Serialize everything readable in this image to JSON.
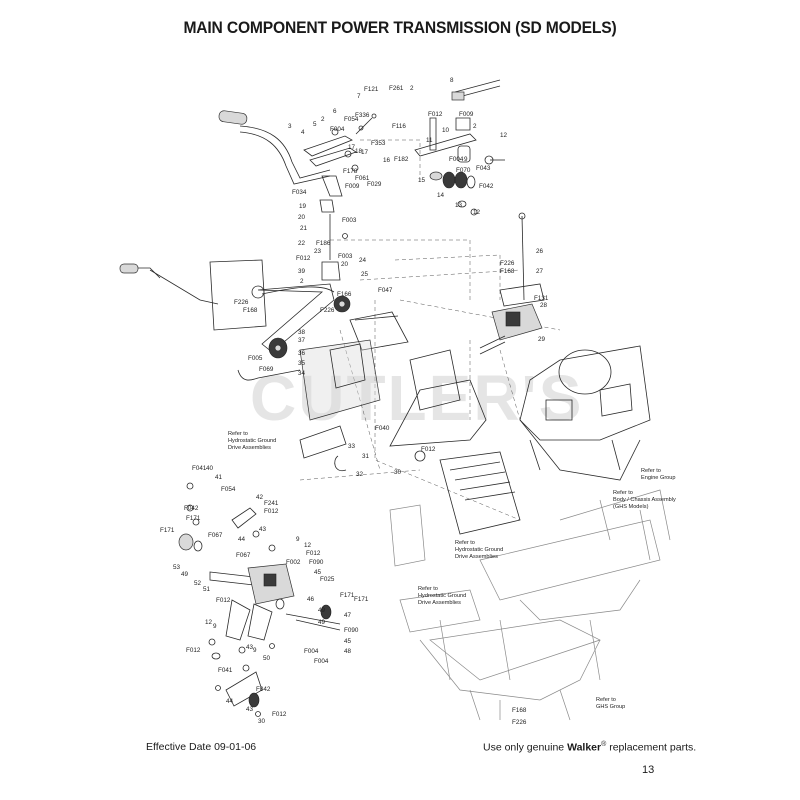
{
  "page": {
    "title": "MAIN COMPONENT POWER TRANSMISSION (SD MODELS)",
    "effective_date": "Effective Date 09-01-06",
    "footer_prefix": "Use only genuine ",
    "footer_brand": "Walker",
    "footer_reg": "®",
    "footer_suffix": " replacement parts.",
    "page_number": "13",
    "watermark": "CUTLER'S"
  },
  "references": {
    "hydro_top": [
      "Refer to",
      "Hydrostatic Ground",
      "Drive Assemblies"
    ],
    "hydro_mid": [
      "Refer to",
      "Hydrostatic Ground",
      "Drive Assemblies"
    ],
    "hydro_low": [
      "Refer to",
      "Hydrostatic Ground",
      "Drive Assemblies"
    ],
    "engine": [
      "Refer to",
      "Engine Group"
    ],
    "body": [
      "Refer to",
      "Body / Chassis Assembly",
      "(GHS Models)"
    ],
    "ghs": [
      "Refer to",
      "GHS Group"
    ]
  },
  "callouts": {
    "c8": "8",
    "c2a": "2",
    "cF261": "F261",
    "cF121": "F121",
    "c7": "7",
    "cF336": "F336",
    "c6": "6",
    "cF054": "F054",
    "c5": "5",
    "c2b": "2",
    "cF004a": "F004",
    "c4": "4",
    "c3": "3",
    "cF353": "F353",
    "c17": "17",
    "c18": "18",
    "c17b": "17",
    "cF178": "F178",
    "cF061": "F061",
    "cF029": "F029",
    "cF009a": "F009",
    "cF034": "F034",
    "c19": "19",
    "c20a": "20",
    "cF003a": "F003",
    "c21": "21",
    "cF186": "F186",
    "c22": "22",
    "c23": "23",
    "cF003b": "F003",
    "c20b": "20",
    "c24": "24",
    "cF012a": "F012",
    "c39": "39",
    "c2c": "2",
    "c25": "25",
    "cF166": "F166",
    "cF047": "F047",
    "cF116": "F116",
    "cF012b": "F012",
    "cF009b": "F009",
    "c2d": "2",
    "c10": "10",
    "c11": "11",
    "cF182": "F182",
    "c16": "16",
    "cF004b": "F004",
    "c9": "9",
    "c12a": "12",
    "cF043": "F043",
    "cF070": "F070",
    "c15": "15",
    "c14": "14",
    "c13": "13",
    "cF042": "F042",
    "c12b": "12",
    "c26": "26",
    "cF226a": "F226",
    "cF168a": "F168",
    "c27": "27",
    "c28": "28",
    "cF131": "F131",
    "c29": "29",
    "cF226b": "F226",
    "cF168b": "F168",
    "cF226c": "F226",
    "c38": "38",
    "c37": "37",
    "c36": "36",
    "cF005": "F005",
    "c35": "35",
    "cF069": "F069",
    "c34": "34",
    "cF040": "F040",
    "cF012c": "F012",
    "c30": "30",
    "c33": "33",
    "c31": "31",
    "c32": "32",
    "cF041a": "F041",
    "c40": "40",
    "c41": "41",
    "cF054b": "F054",
    "cF042b": "F042",
    "cF171a": "F171",
    "cF171b": "F171",
    "c42": "42",
    "cF241": "F241",
    "cF012d": "F012",
    "c43a": "43",
    "c44": "44",
    "cF067a": "F067",
    "c53": "53",
    "c49a": "49",
    "c9b": "9",
    "c12c": "12",
    "cF012e": "F012",
    "cF067b": "F067",
    "cF002": "F002",
    "cF090a": "F090",
    "c45": "45",
    "cF025": "F025",
    "c52": "52",
    "c51": "51",
    "cF012f": "F012",
    "c46": "46",
    "c47": "47",
    "c49b": "49",
    "c49c": "49",
    "cF171c": "F171",
    "cF171d": "F171",
    "cF090b": "F090",
    "c45b": "45",
    "c48": "48",
    "cF004c": "F004",
    "cF004d": "F004",
    "c12d": "12",
    "c9c": "9",
    "cF012g": "F012",
    "c43b": "43",
    "c9d": "9",
    "c50": "50",
    "cF041b": "F041",
    "c44b": "44",
    "cF042c": "F042",
    "c43c": "43",
    "c30b": "30",
    "cF012h": "F012",
    "cF168c": "F168",
    "cF226d": "F226"
  }
}
